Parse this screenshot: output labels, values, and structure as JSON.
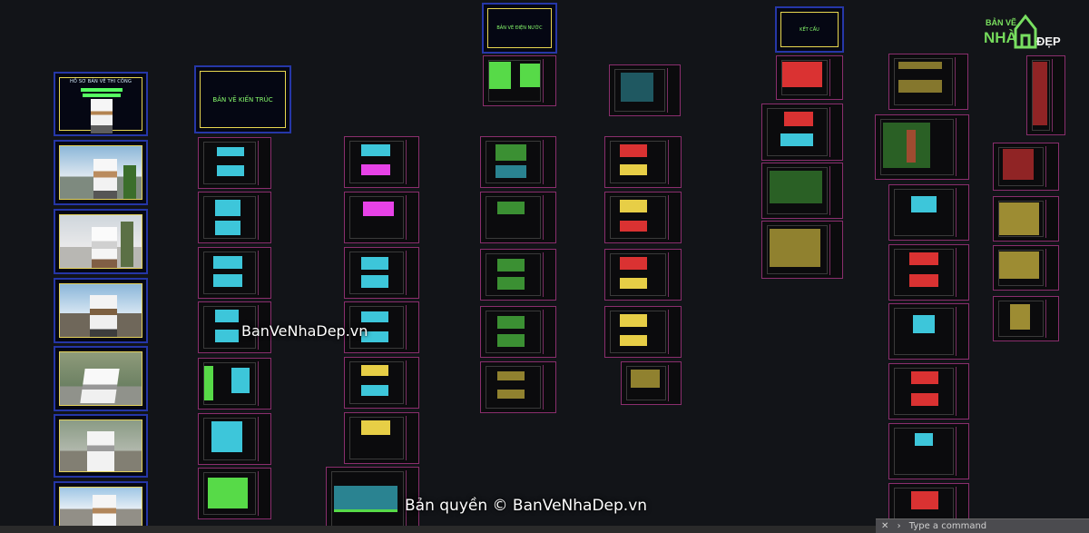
{
  "app": {
    "window_title": "AutoCAD Model Space"
  },
  "covers": {
    "main_title": "HỒ SƠ BẢN VẼ THI CÔNG",
    "architecture": "BẢN VẼ KIẾN TRÚC",
    "electric_water": "BẢN VẼ ĐIỆN NƯỚC",
    "structure": "KẾT CẤU"
  },
  "watermarks": {
    "center": "BanVeNhaDep.vn",
    "copyright": "Bản quyền © BanVeNhaDep.vn"
  },
  "logo": {
    "line1": "BẢN VẼ",
    "line2": "NHÀ",
    "line3": "ĐẸP"
  },
  "command_line": {
    "placeholder": "Type a command"
  },
  "colors": {
    "background": "#121418",
    "sheet_border": "#8a2e6d",
    "cover_border": "#2637a8",
    "accent_green": "#65ff54",
    "accent_cyan": "#46e7ff",
    "accent_red": "#ff3a3a",
    "accent_yellow": "#ffe34d"
  }
}
